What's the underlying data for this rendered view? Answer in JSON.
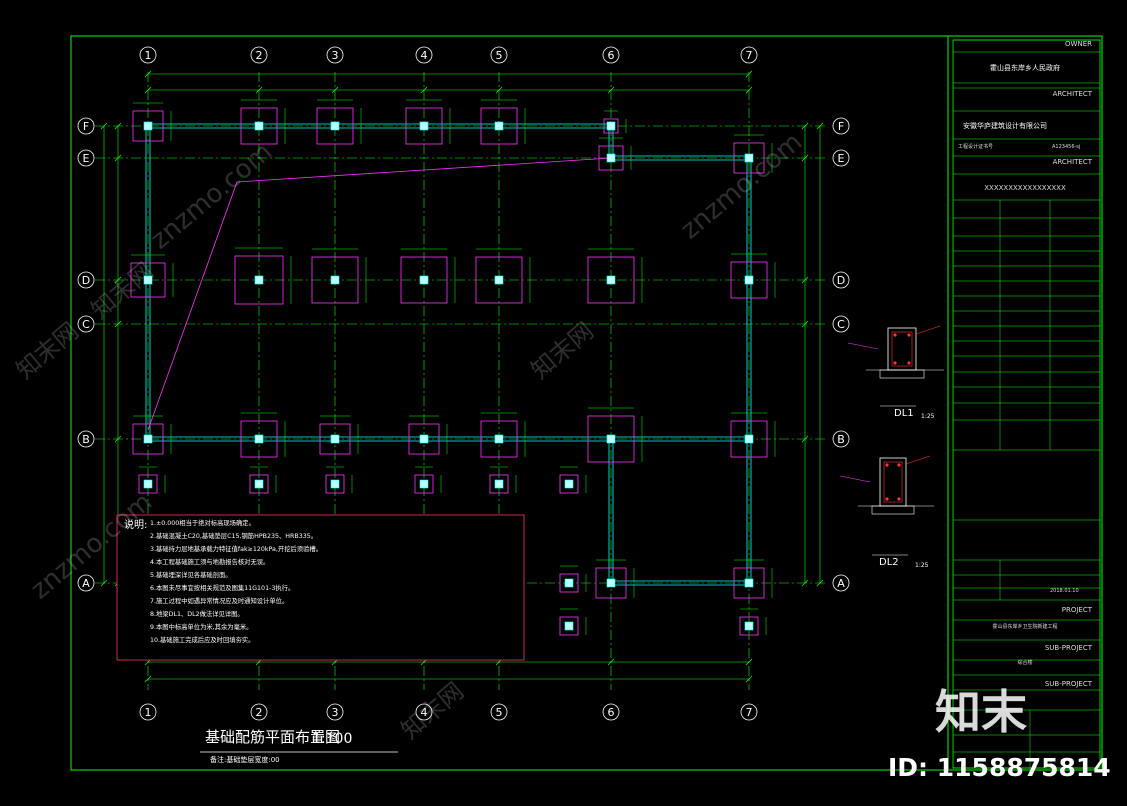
{
  "colors": {
    "background": "#000000",
    "frame": "#00ff00",
    "footing": "#ff33ff",
    "axis": "#00ff00",
    "column": "#00ffff",
    "note_border": "#ff3366",
    "text": "#ffffff",
    "dim": "#00ff00"
  },
  "axes": {
    "columns": [
      "1",
      "2",
      "3",
      "4",
      "5",
      "6",
      "7"
    ],
    "rows": [
      "F",
      "E",
      "D",
      "C",
      "B",
      "A"
    ]
  },
  "drawing": {
    "title": "基础配筋平面布置图",
    "scale": "1:100",
    "subtitle": "备注:基础垫层宽度:00"
  },
  "notes": {
    "heading": "说明:",
    "items": [
      "1.±0.000相当于绝对标高现场确定。",
      "2.基础混凝土C20,基础垫层C15,钢筋HPB235、HRB335。",
      "3.基础持力层地基承载力特征值fak≥120kPa,开挖后须验槽。",
      "4.本工程基础施工须与地勘报告核对无误。",
      "5.基础埋深详见各基础剖面。",
      "6.本图未尽事宜按相关规范及图集11G101-3执行。",
      "7.施工过程中如遇异常情况应及时通知设计单位。",
      "8.地梁DL1、DL2做法详见详图。",
      "9.本图中标高单位为米,其余为毫米。",
      "10.基础施工完成后应及时回填夯实。"
    ]
  },
  "details": {
    "dl1": {
      "label": "DL1",
      "scale": "1:25"
    },
    "dl2": {
      "label": "DL2",
      "scale": "1:25"
    }
  },
  "title_block": {
    "owner_label": "OWNER",
    "owner_value": "霍山县东岸乡人民政府",
    "architect_label": "ARCHITECT",
    "architect_value": "安徽华庐建筑设计有限公司",
    "cert_label": "工程设计证书号",
    "cert_no": "A123456-sj",
    "architect_label_2": "ARCHITECT",
    "code_stars": "XXXXXXXXXXXXXXXXX",
    "project_label": "PROJECT",
    "project_value": "霍山县东岸乡卫生院新建工程",
    "subproject_label": "SUB-PROJECT",
    "subproject_value": "综合楼",
    "subproject_label_2": "SUB-PROJECT",
    "date_value": "2018.01.10"
  },
  "watermark": {
    "site": "znzmo.com",
    "site_cn": "知末网",
    "brand": "知末",
    "id_text": "ID: 1158875814"
  }
}
